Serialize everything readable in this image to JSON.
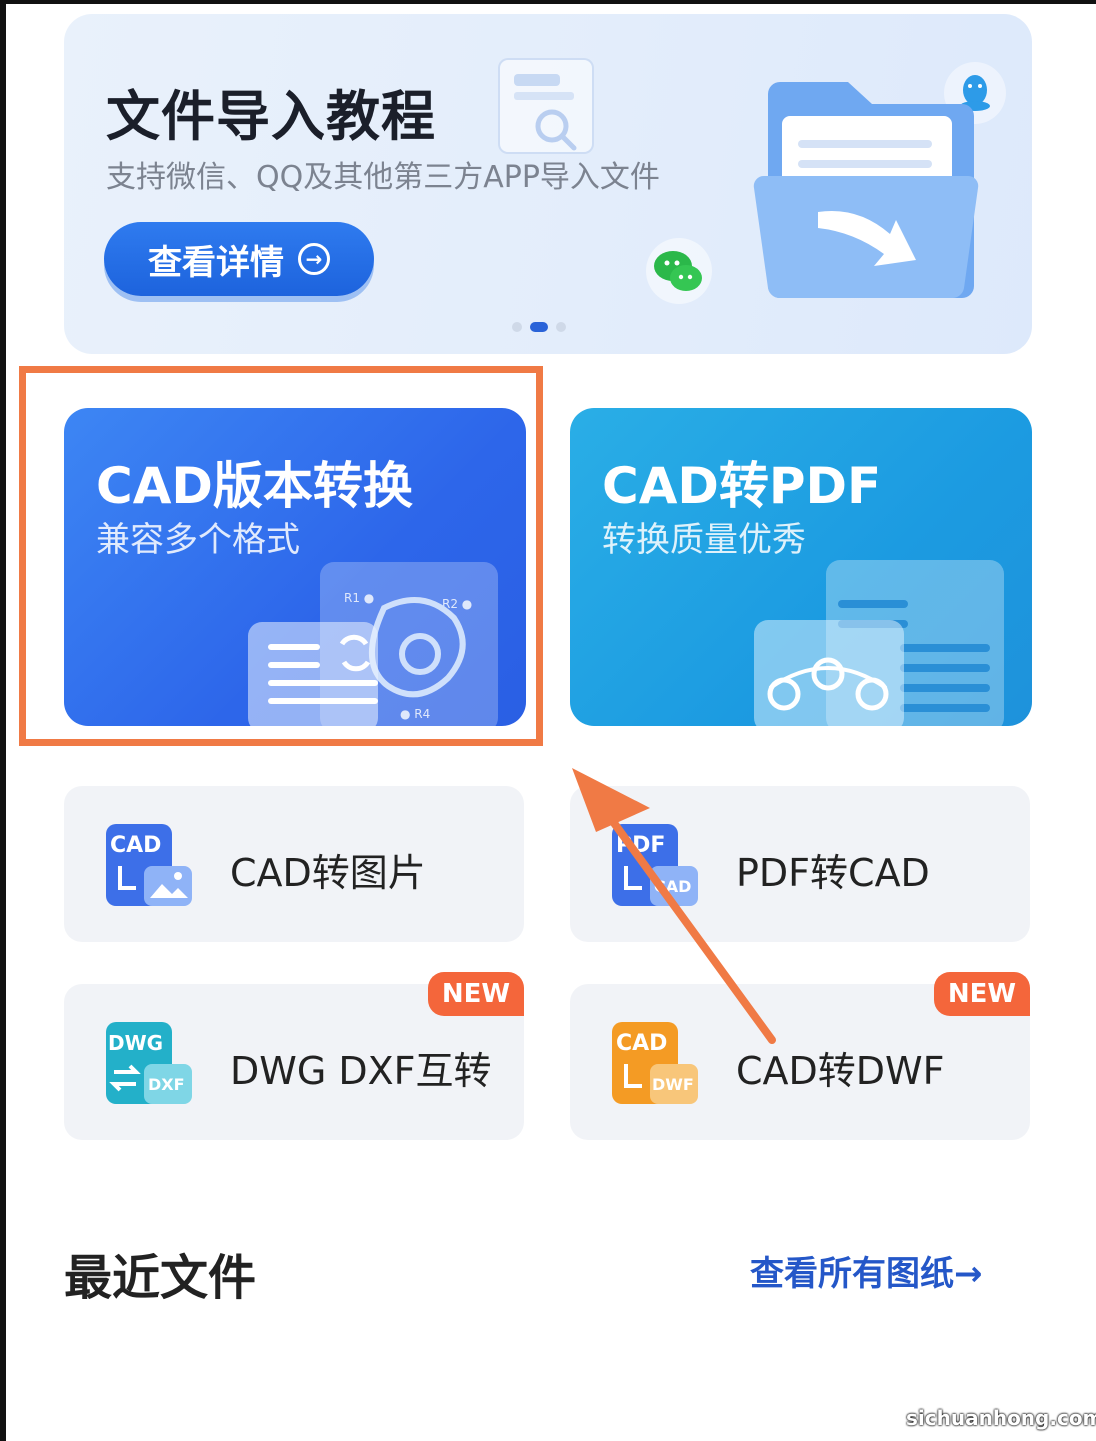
{
  "banner": {
    "title": "文件导入教程",
    "subtitle": "支持微信、QQ及其他第三方APP导入文件",
    "button_label": "查看详情",
    "button_icon": "arrow-right-circle-icon",
    "pagination": {
      "total": 3,
      "active": 2
    }
  },
  "tools": [
    {
      "title": "CAD版本转换",
      "subtitle": "兼容多个格式",
      "color": "#2d66ea"
    },
    {
      "title": "CAD转PDF",
      "subtitle": "转换质量优秀",
      "color": "#1c9be1"
    }
  ],
  "features": [
    {
      "label": "CAD转图片",
      "icon_text": "CAD",
      "icon_color": "#3d6fe8",
      "badge": ""
    },
    {
      "label": "PDF转CAD",
      "icon_text": "PDF",
      "icon_sub": "CAD",
      "icon_color": "#3d6fe8",
      "badge": ""
    },
    {
      "label": "DWG DXF互转",
      "icon_text": "DWG",
      "icon_sub": "DXF",
      "icon_color": "#23b0c9",
      "badge": "NEW"
    },
    {
      "label": "CAD转DWF",
      "icon_text": "CAD",
      "icon_sub": "DWF",
      "icon_color": "#f49b24",
      "badge": "NEW"
    }
  ],
  "recent": {
    "title": "最近文件",
    "view_all": "查看所有图纸→"
  },
  "annotation": {
    "highlight_color": "#f07a45"
  },
  "watermark": "sichuanhong.com"
}
